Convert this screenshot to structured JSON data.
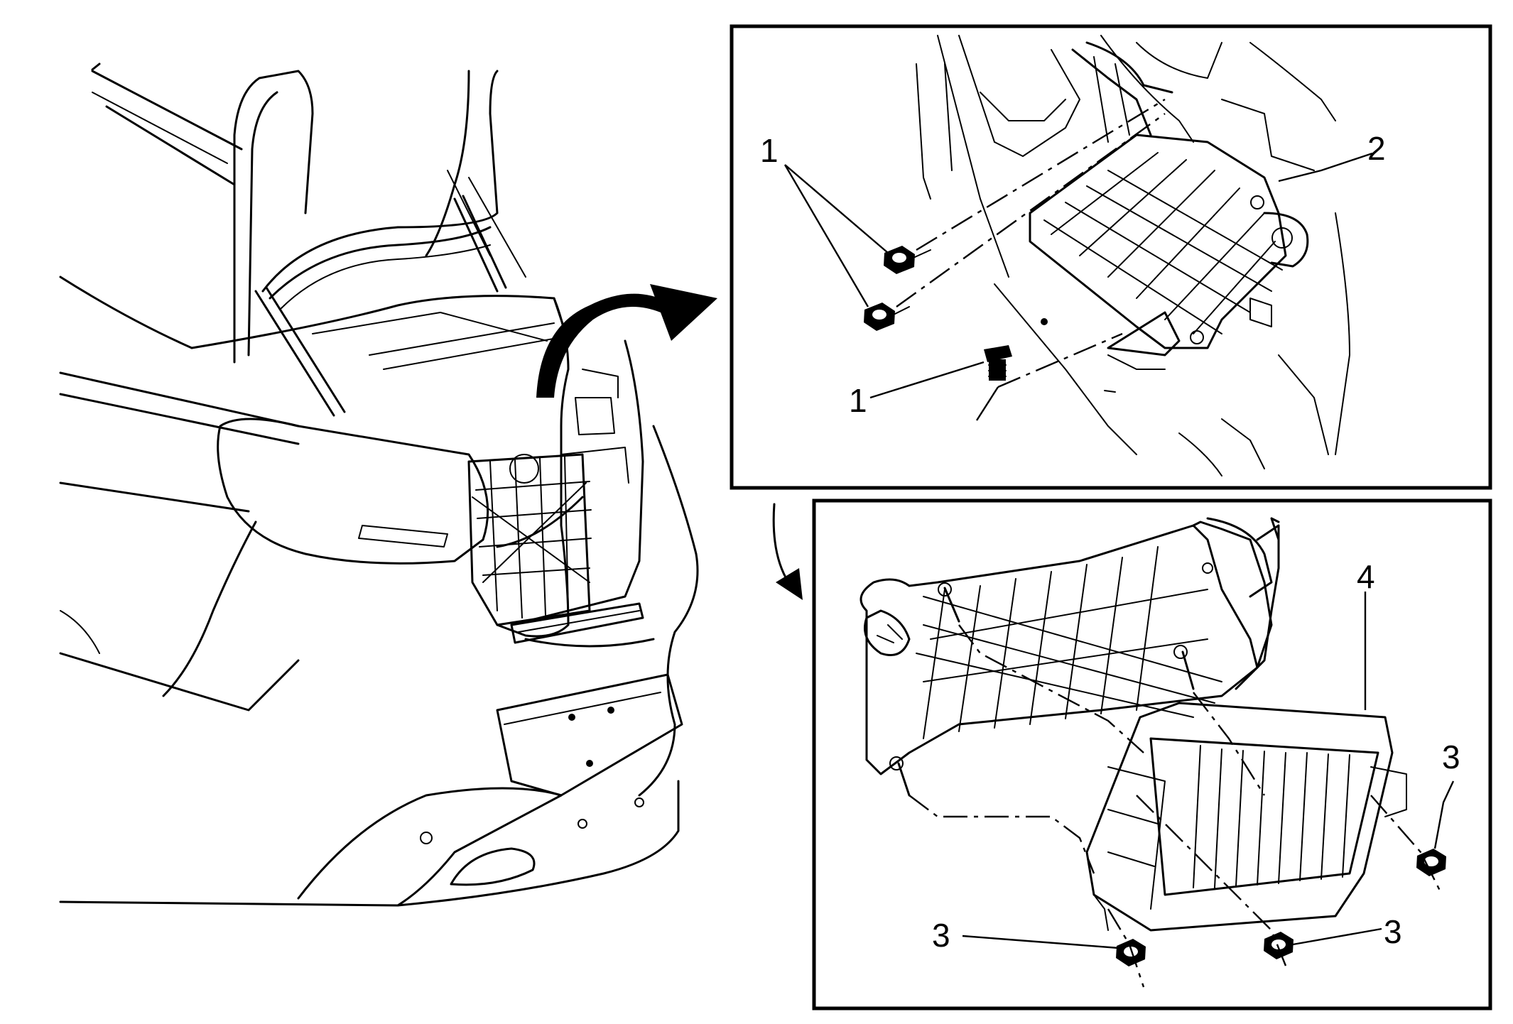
{
  "callouts": {
    "bolt_pair": "1",
    "bolt_single": "1",
    "bracket": "2",
    "nut_right": "3",
    "nut_bottom_left": "3",
    "nut_bottom_right": "3",
    "module": "4"
  },
  "colors": {
    "line": "#000000",
    "background": "#ffffff"
  }
}
